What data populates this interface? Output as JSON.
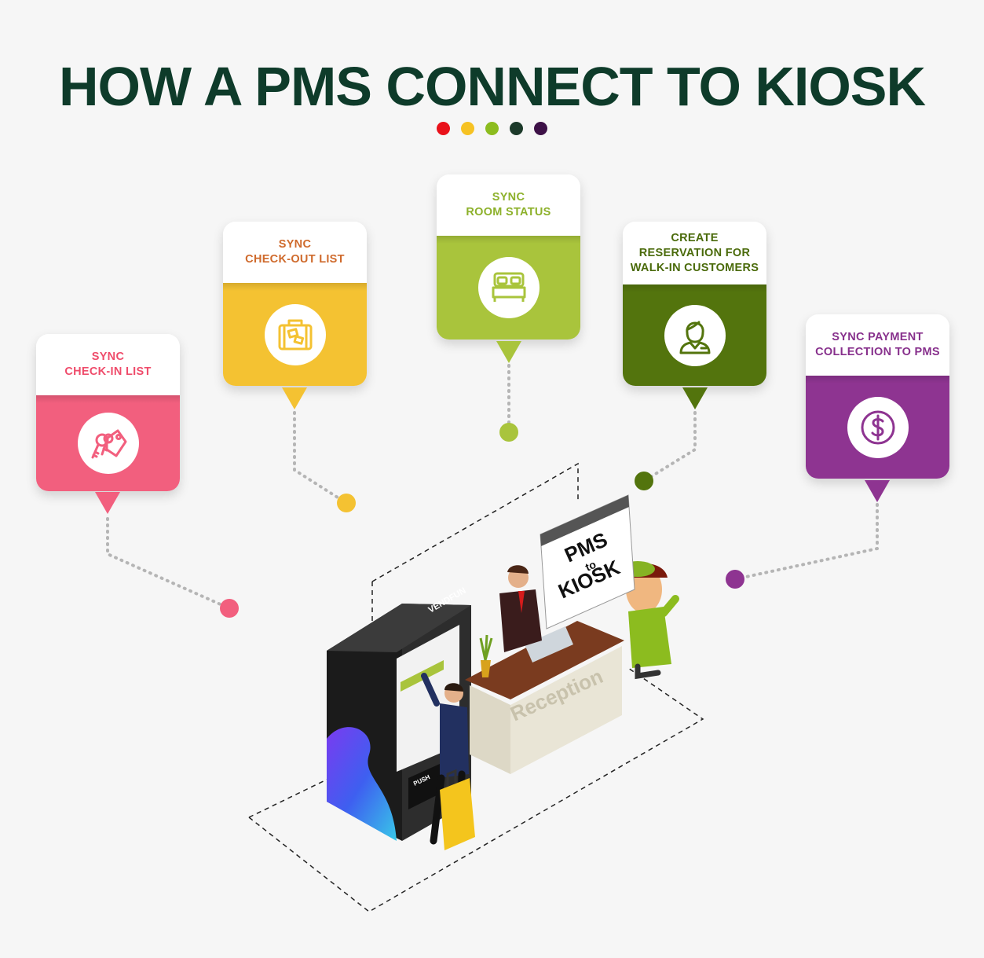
{
  "title": "HOW A PMS CONNECT TO KIOSK",
  "colors": {
    "title": "#0e3b2a",
    "dots": [
      "#e9111a",
      "#f6c223",
      "#8cbc1f",
      "#1c3a2a",
      "#3d1147"
    ]
  },
  "cards": [
    {
      "id": "check-in",
      "label": "SYNC\nCHECK-IN LIST",
      "icon": "keys-tag-icon",
      "color": "#f25f7e",
      "text_color": "#ef4c6b"
    },
    {
      "id": "check-out",
      "label": "SYNC\nCHECK-OUT LIST",
      "icon": "suitcase-icon",
      "color": "#f4c232",
      "text_color": "#cf6a2c"
    },
    {
      "id": "room-status",
      "label": "SYNC\nROOM STATUS",
      "icon": "bed-icon",
      "color": "#a9c43c",
      "text_color": "#8db12b"
    },
    {
      "id": "reservation",
      "label": "CREATE\nRESERVATION FOR\nWALK-IN CUSTOMERS",
      "icon": "receptionist-icon",
      "color": "#53740d",
      "text_color": "#4a6a0a"
    },
    {
      "id": "payment",
      "label": "SYNC PAYMENT\nCOLLECTION TO PMS",
      "icon": "dollar-icon",
      "color": "#8e3491",
      "text_color": "#87308c"
    }
  ],
  "illustration": {
    "sign_line1": "PMS",
    "sign_line2": "to",
    "sign_line3": "KIOSK",
    "reception_label": "Reception",
    "kiosk_brand": "VENDFUN",
    "kiosk_button": "PUSH"
  }
}
